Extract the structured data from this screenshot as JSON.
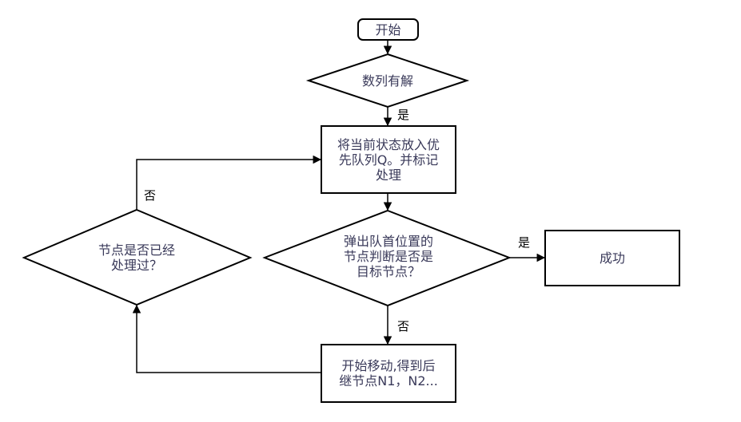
{
  "nodes": {
    "start": {
      "text": "开始"
    },
    "has_solution": {
      "text": "数列有解"
    },
    "push_state": {
      "lines": [
        "将当前状态放入优",
        "先队列Q。并标记",
        "处理"
      ]
    },
    "is_goal": {
      "lines": [
        "弹出队首位置的",
        "节点判断是否是",
        "目标节点？"
      ]
    },
    "success": {
      "text": "成功"
    },
    "move": {
      "lines": [
        "开始移动,得到后",
        "继节点N1，N2..."
      ]
    },
    "processed": {
      "lines": [
        "节点是否已经",
        "处理过？"
      ]
    }
  },
  "edges": {
    "solvable_yes": "是",
    "goal_yes": "是",
    "goal_no": "否",
    "processed_no": "否"
  },
  "colors": {
    "stroke": "#000000",
    "text": "#3a3a5a",
    "background": "#ffffff"
  }
}
